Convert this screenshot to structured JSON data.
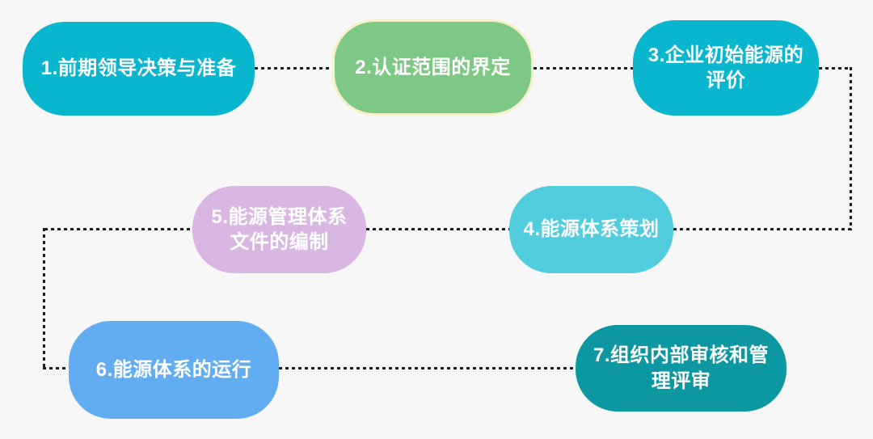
{
  "background": "#f7f7f8",
  "line_color": "#1e1e1e",
  "diagram_type": "flowchart",
  "nodes": [
    {
      "id": 1,
      "label": "1.前期领导决策与准备",
      "color": "#0ab6ce",
      "text_color": "#ffffff"
    },
    {
      "id": 2,
      "label": "2.认证范围的界定",
      "color": "#7dc884",
      "text_color": "#ffffff",
      "border_color": "#f5f0c8"
    },
    {
      "id": 3,
      "label": "3.企业初始能源的\n评价",
      "color": "#0ab6ce",
      "text_color": "#ffffff"
    },
    {
      "id": 4,
      "label": "4.能源体系策划",
      "color": "#52cdde",
      "text_color": "#ffffff"
    },
    {
      "id": 5,
      "label": "5.能源管理体系\n文件的编制",
      "color": "#d9b7e3",
      "text_color": "#ffffff"
    },
    {
      "id": 6,
      "label": "6.能源体系的运行",
      "color": "#62acf1",
      "text_color": "#ffffff"
    },
    {
      "id": 7,
      "label": "7.组织内部审核和管\n理评审",
      "color": "#0d97a1",
      "text_color": "#ffffff"
    }
  ],
  "edges": [
    {
      "from": 1,
      "to": 2,
      "style": "dotted"
    },
    {
      "from": 2,
      "to": 3,
      "style": "dotted"
    },
    {
      "from": 3,
      "to": 4,
      "style": "dotted"
    },
    {
      "from": 4,
      "to": 5,
      "style": "dotted"
    },
    {
      "from": 5,
      "to": 6,
      "style": "dotted"
    },
    {
      "from": 6,
      "to": 7,
      "style": "dotted"
    }
  ]
}
